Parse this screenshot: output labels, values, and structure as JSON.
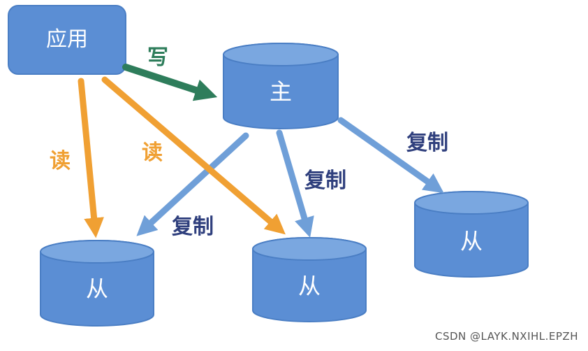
{
  "nodes": {
    "app": {
      "label": "应用"
    },
    "master": {
      "label": "主"
    },
    "slave_left": {
      "label": "从"
    },
    "slave_middle": {
      "label": "从"
    },
    "slave_right": {
      "label": "从"
    }
  },
  "edges": {
    "write": {
      "label": "写"
    },
    "read_left": {
      "label": "读"
    },
    "read_middle": {
      "label": "读"
    },
    "replicate_left": {
      "label": "复制"
    },
    "replicate_middle": {
      "label": "复制"
    },
    "replicate_right": {
      "label": "复制"
    }
  },
  "watermark": "CSDN @LAYK.NXIHL.EPZH",
  "colors": {
    "node_fill": "#5b8ed4",
    "node_stroke": "#4a7ec4",
    "cylinder_top": "#7aa7e0",
    "read_arrow": "#f0a033",
    "write_arrow": "#2e7d5b",
    "replicate_arrow": "#6f9fd8",
    "replicate_text": "#2f3f7d",
    "read_text": "#f0a033",
    "write_text": "#2e7d5b"
  }
}
